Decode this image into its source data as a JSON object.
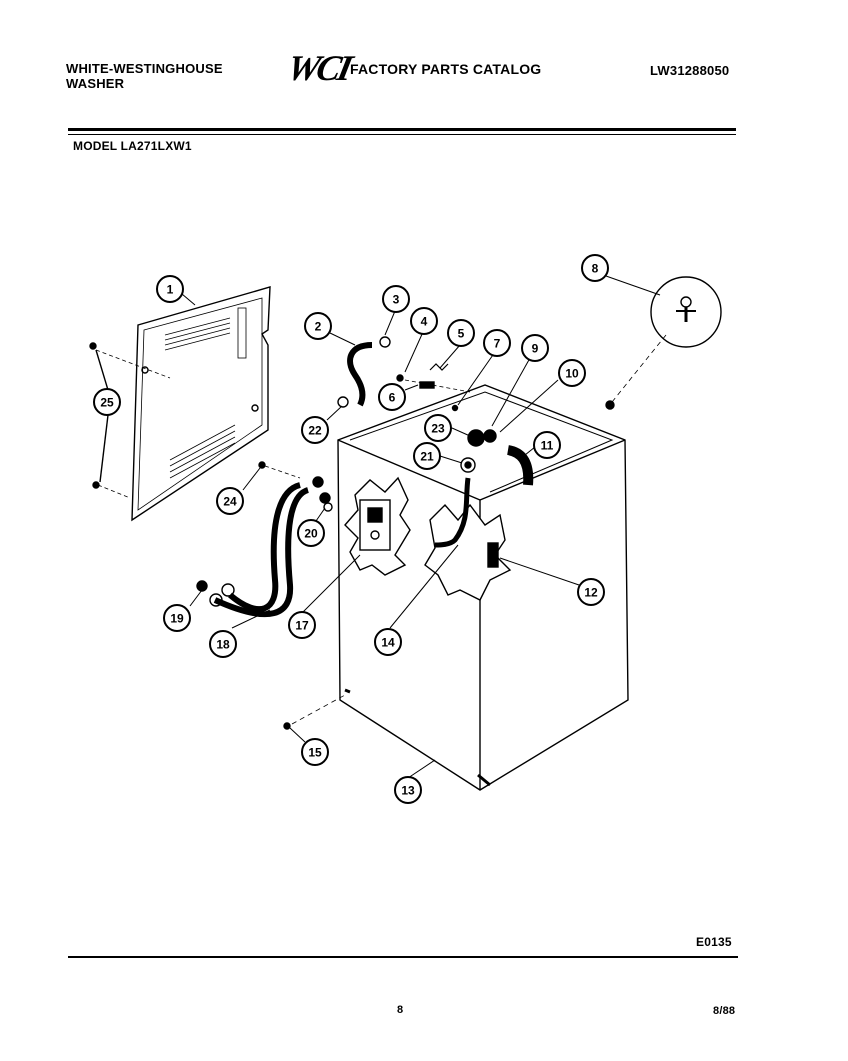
{
  "header": {
    "brand_line1": "WHITE-WESTINGHOUSE",
    "brand_line2": "WASHER",
    "logo": "WCI",
    "catalog_title": "FACTORY PARTS CATALOG",
    "catalog_number": "LW31288050",
    "model": "MODEL LA271LXW1"
  },
  "callouts": [
    {
      "id": "c1",
      "label": "1"
    },
    {
      "id": "c2",
      "label": "2"
    },
    {
      "id": "c3",
      "label": "3"
    },
    {
      "id": "c4",
      "label": "4"
    },
    {
      "id": "c5",
      "label": "5"
    },
    {
      "id": "c6",
      "label": "6"
    },
    {
      "id": "c7",
      "label": "7"
    },
    {
      "id": "c8",
      "label": "8"
    },
    {
      "id": "c9",
      "label": "9"
    },
    {
      "id": "c10",
      "label": "10"
    },
    {
      "id": "c11",
      "label": "11"
    },
    {
      "id": "c12",
      "label": "12"
    },
    {
      "id": "c13",
      "label": "13"
    },
    {
      "id": "c14",
      "label": "14"
    },
    {
      "id": "c15",
      "label": "15"
    },
    {
      "id": "c17",
      "label": "17"
    },
    {
      "id": "c18",
      "label": "18"
    },
    {
      "id": "c19",
      "label": "19"
    },
    {
      "id": "c20",
      "label": "20"
    },
    {
      "id": "c21",
      "label": "21"
    },
    {
      "id": "c22",
      "label": "22"
    },
    {
      "id": "c23",
      "label": "23"
    },
    {
      "id": "c24",
      "label": "24"
    },
    {
      "id": "c25",
      "label": "25"
    }
  ],
  "footer": {
    "figure_code": "E0135",
    "page": "8",
    "date": "8/88"
  }
}
